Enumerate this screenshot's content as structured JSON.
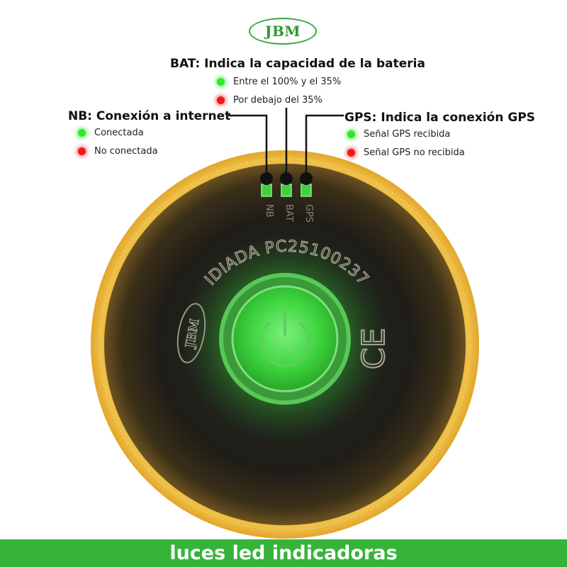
{
  "brand": {
    "logo_text": "JBM"
  },
  "bat": {
    "heading": "BAT: Indica la capacidad de la bateria",
    "items": [
      {
        "status": "green",
        "label": "Entre el 100% y el 35%"
      },
      {
        "status": "red",
        "label": "Por debajo del 35%"
      }
    ]
  },
  "nb": {
    "heading": "NB: Conexión a internet",
    "items": [
      {
        "status": "green",
        "label": "Conectada"
      },
      {
        "status": "red",
        "label": "No conectada"
      }
    ]
  },
  "gps": {
    "heading": "GPS: Indica la conexión GPS",
    "items": [
      {
        "status": "green",
        "label": "Señal GPS recibida"
      },
      {
        "status": "red",
        "label": "Señal GPS no recibida"
      }
    ]
  },
  "device": {
    "led_labels": [
      "NB",
      "BAT",
      "GPS"
    ],
    "serial_text": "IDIADA PC25100237",
    "logo_text": "JBM",
    "ce_mark": "CE",
    "power_icon": "power-icon"
  },
  "banner": {
    "text": "luces led indicadoras"
  },
  "colors": {
    "brand_green": "#36b43a",
    "led_green": "#2ee82e",
    "led_red": "#f01818",
    "device_rim": "#e8b43a",
    "device_body": "#1e1c18"
  }
}
